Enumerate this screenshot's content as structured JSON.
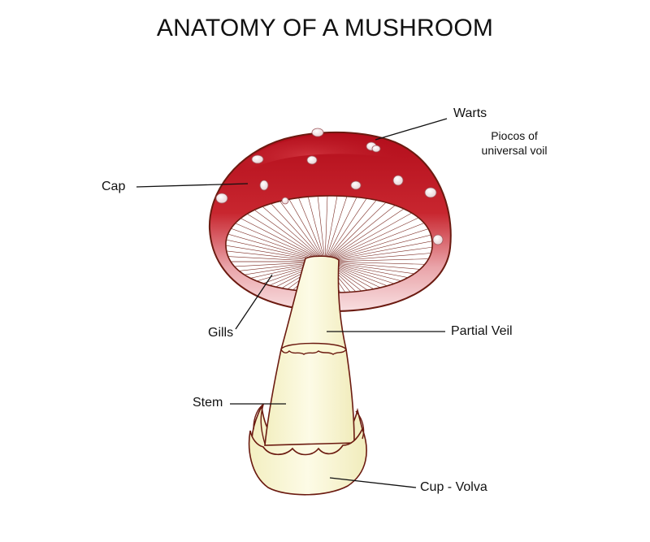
{
  "diagram": {
    "title": "ANATOMY OF A MUSHROOM",
    "labels": {
      "warts": "Warts",
      "warts_note_line1": "Piocos of",
      "warts_note_line2": "universal voil",
      "cap": "Cap",
      "gills": "Gills",
      "partial_veil": "Partial  Veil",
      "stem": "Stem",
      "cup_volva": "Cup - Volva"
    },
    "colors": {
      "cap_red": "#b8121f",
      "cap_pink": "#f4c9cd",
      "outline": "#6b1a10",
      "stem_cream": "#fbf8d6",
      "leader_line": "#111111"
    }
  }
}
